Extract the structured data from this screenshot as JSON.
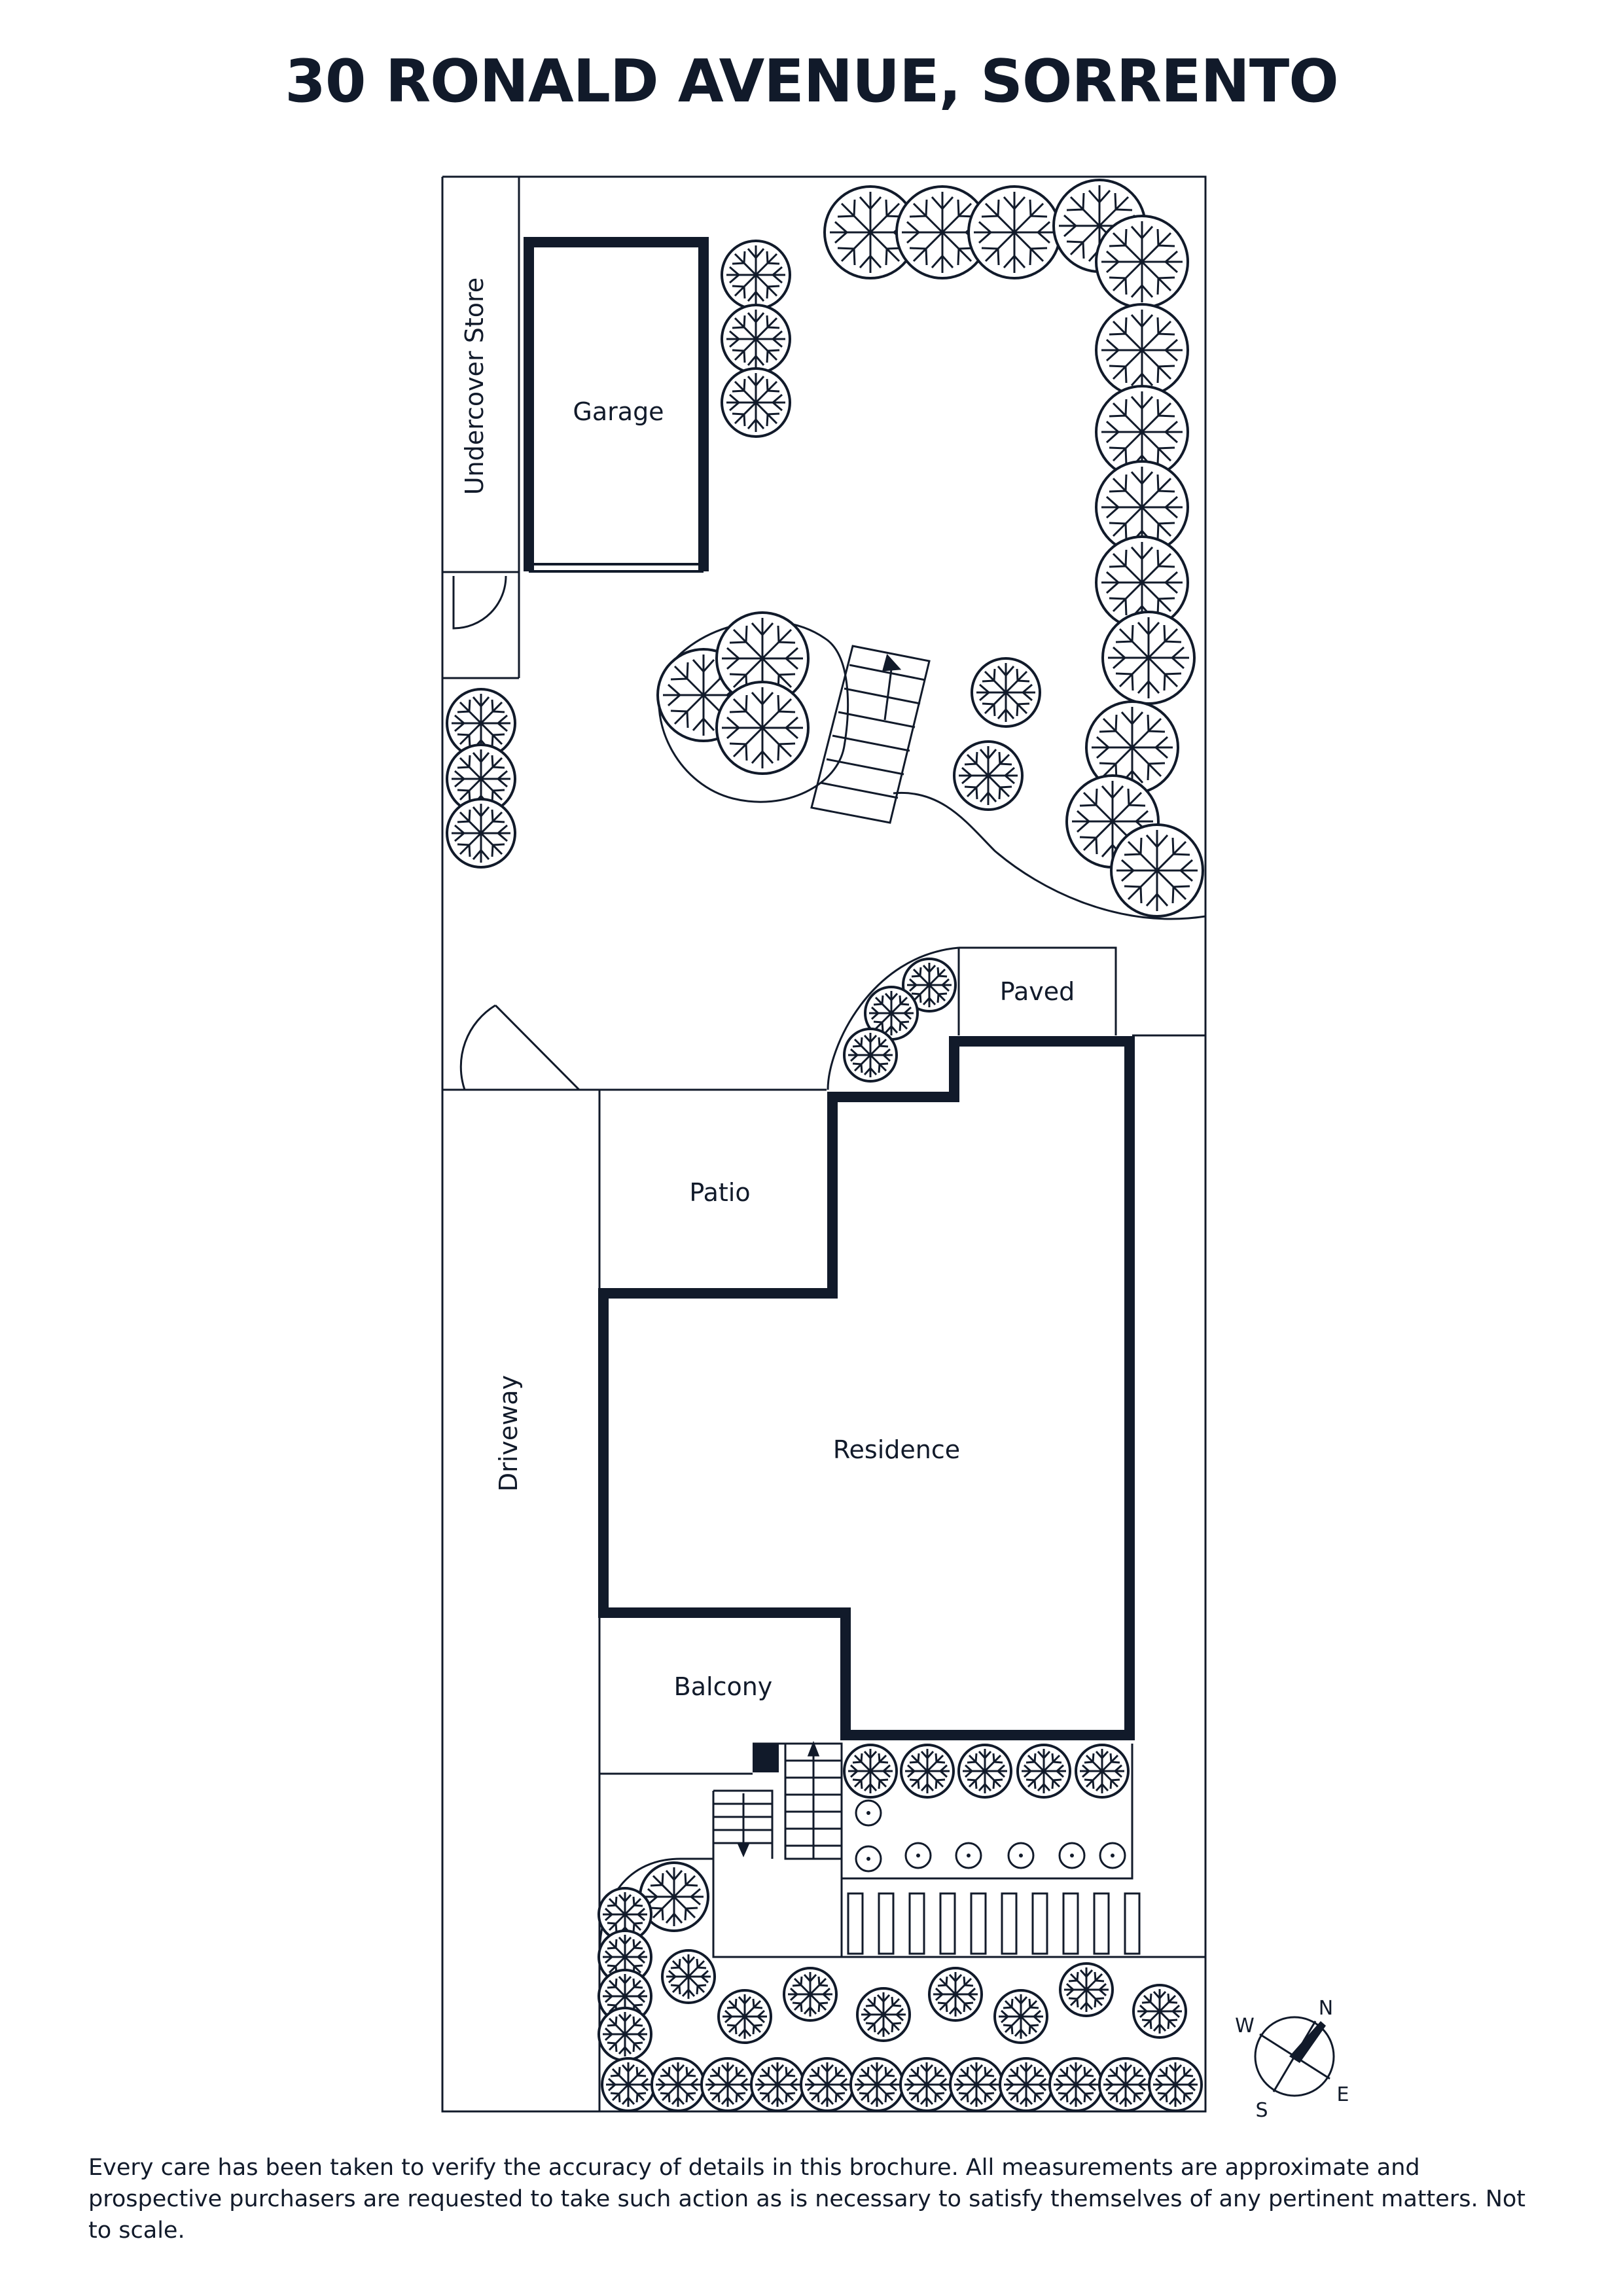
{
  "title": "30 RONALD AVENUE, SORRENTO",
  "labels": {
    "undercover_store": "Undercover Store",
    "garage": "Garage",
    "paved": "Paved",
    "patio": "Patio",
    "driveway": "Driveway",
    "residence": "Residence",
    "balcony": "Balcony"
  },
  "compass": {
    "n": "N",
    "e": "E",
    "s": "S",
    "w": "W"
  },
  "disclaimer": "Every care has been taken to verify the accuracy of details in this brochure. All measurements are approximate and prospective purchasers are requested to take such action as is necessary to satisfy themselves of any pertinent matters. Not to scale.",
  "colors": {
    "ink": "#111a2a",
    "background": "#ffffff"
  }
}
